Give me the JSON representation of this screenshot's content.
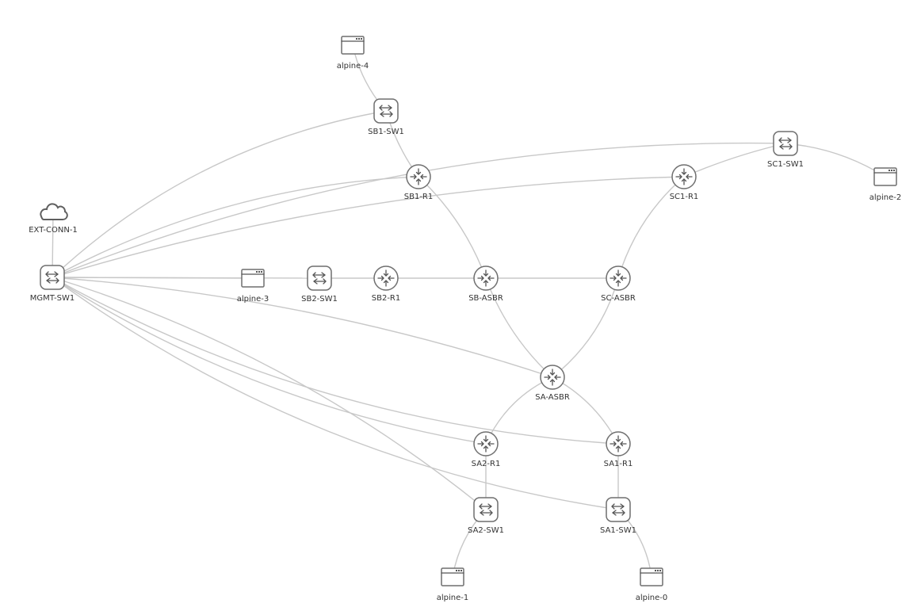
{
  "topology": {
    "nodes": [
      {
        "id": "alpine-4",
        "label": "alpine-4",
        "type": "host"
      },
      {
        "id": "SB1-SW1",
        "label": "SB1-SW1",
        "type": "switch"
      },
      {
        "id": "SC1-SW1",
        "label": "SC1-SW1",
        "type": "switch"
      },
      {
        "id": "alpine-2",
        "label": "alpine-2",
        "type": "host"
      },
      {
        "id": "SB1-R1",
        "label": "SB1-R1",
        "type": "router"
      },
      {
        "id": "SC1-R1",
        "label": "SC1-R1",
        "type": "router"
      },
      {
        "id": "EXT-CONN-1",
        "label": "EXT-CONN-1",
        "type": "cloud"
      },
      {
        "id": "MGMT-SW1",
        "label": "MGMT-SW1",
        "type": "switch"
      },
      {
        "id": "alpine-3",
        "label": "alpine-3",
        "type": "host"
      },
      {
        "id": "SB2-SW1",
        "label": "SB2-SW1",
        "type": "switch"
      },
      {
        "id": "SB2-R1",
        "label": "SB2-R1",
        "type": "router"
      },
      {
        "id": "SB-ASBR",
        "label": "SB-ASBR",
        "type": "router"
      },
      {
        "id": "SC-ASBR",
        "label": "SC-ASBR",
        "type": "router"
      },
      {
        "id": "SA-ASBR",
        "label": "SA-ASBR",
        "type": "router"
      },
      {
        "id": "SA2-R1",
        "label": "SA2-R1",
        "type": "router"
      },
      {
        "id": "SA1-R1",
        "label": "SA1-R1",
        "type": "router"
      },
      {
        "id": "SA2-SW1",
        "label": "SA2-SW1",
        "type": "switch"
      },
      {
        "id": "SA1-SW1",
        "label": "SA1-SW1",
        "type": "switch"
      },
      {
        "id": "alpine-1",
        "label": "alpine-1",
        "type": "host"
      },
      {
        "id": "alpine-0",
        "label": "alpine-0",
        "type": "host"
      }
    ],
    "links": [
      [
        "alpine-4",
        "SB1-SW1"
      ],
      [
        "SB1-SW1",
        "SB1-R1"
      ],
      [
        "SB1-R1",
        "SB-ASBR"
      ],
      [
        "SC1-SW1",
        "SC1-R1"
      ],
      [
        "SC1-SW1",
        "alpine-2"
      ],
      [
        "SC1-R1",
        "SC-ASBR"
      ],
      [
        "EXT-CONN-1",
        "MGMT-SW1"
      ],
      [
        "MGMT-SW1",
        "SB1-SW1"
      ],
      [
        "MGMT-SW1",
        "SC1-SW1"
      ],
      [
        "MGMT-SW1",
        "SB1-R1"
      ],
      [
        "MGMT-SW1",
        "SC1-R1"
      ],
      [
        "MGMT-SW1",
        "alpine-3"
      ],
      [
        "MGMT-SW1",
        "SB2-SW1"
      ],
      [
        "SB2-SW1",
        "SB2-R1"
      ],
      [
        "SB2-R1",
        "SB-ASBR"
      ],
      [
        "SB-ASBR",
        "SC-ASBR"
      ],
      [
        "SB-ASBR",
        "SA-ASBR"
      ],
      [
        "SC-ASBR",
        "SA-ASBR"
      ],
      [
        "MGMT-SW1",
        "SA-ASBR"
      ],
      [
        "MGMT-SW1",
        "SA2-R1"
      ],
      [
        "MGMT-SW1",
        "SA1-R1"
      ],
      [
        "MGMT-SW1",
        "SA2-SW1"
      ],
      [
        "MGMT-SW1",
        "SA1-SW1"
      ],
      [
        "SA-ASBR",
        "SA2-R1"
      ],
      [
        "SA-ASBR",
        "SA1-R1"
      ],
      [
        "SA2-R1",
        "SA2-SW1"
      ],
      [
        "SA1-R1",
        "SA1-SW1"
      ],
      [
        "SA2-SW1",
        "alpine-1"
      ],
      [
        "SA1-SW1",
        "alpine-0"
      ]
    ]
  }
}
